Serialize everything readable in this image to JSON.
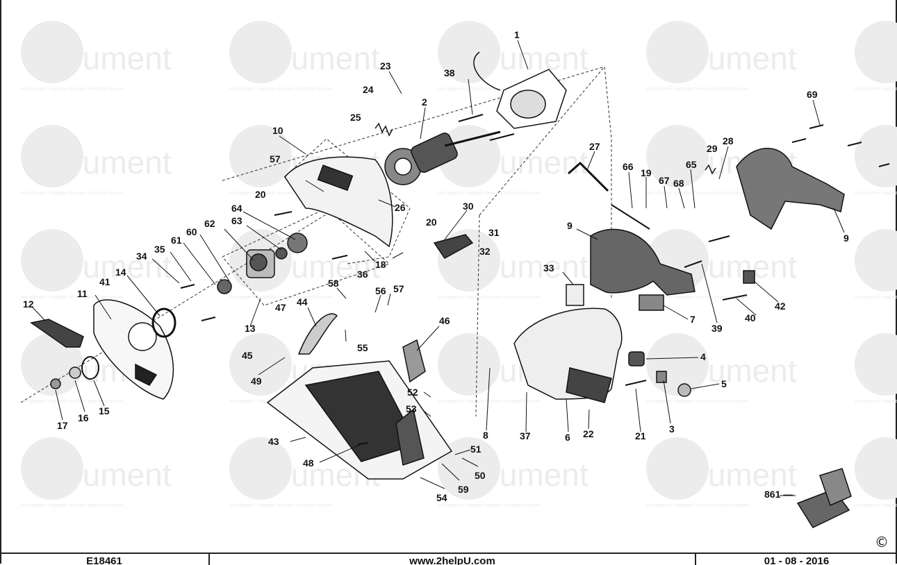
{
  "watermark": {
    "brand": "Strument",
    "tagline": "инструмент садовая техника электростанции"
  },
  "parts": [
    {
      "id": "1",
      "label": "1"
    },
    {
      "id": "2",
      "label": "2"
    },
    {
      "id": "3",
      "label": "3"
    },
    {
      "id": "4",
      "label": "4"
    },
    {
      "id": "5",
      "label": "5"
    },
    {
      "id": "6",
      "label": "6"
    },
    {
      "id": "7",
      "label": "7"
    },
    {
      "id": "8",
      "label": "8"
    },
    {
      "id": "9a",
      "label": "9"
    },
    {
      "id": "9b",
      "label": "9"
    },
    {
      "id": "10",
      "label": "10"
    },
    {
      "id": "11",
      "label": "11"
    },
    {
      "id": "12",
      "label": "12"
    },
    {
      "id": "13",
      "label": "13"
    },
    {
      "id": "14",
      "label": "14"
    },
    {
      "id": "15",
      "label": "15"
    },
    {
      "id": "16",
      "label": "16"
    },
    {
      "id": "17",
      "label": "17"
    },
    {
      "id": "18",
      "label": "18"
    },
    {
      "id": "19",
      "label": "19"
    },
    {
      "id": "20a",
      "label": "20"
    },
    {
      "id": "20b",
      "label": "20"
    },
    {
      "id": "21",
      "label": "21"
    },
    {
      "id": "22",
      "label": "22"
    },
    {
      "id": "23",
      "label": "23"
    },
    {
      "id": "24",
      "label": "24"
    },
    {
      "id": "25",
      "label": "25"
    },
    {
      "id": "26",
      "label": "26"
    },
    {
      "id": "27",
      "label": "27"
    },
    {
      "id": "28",
      "label": "28"
    },
    {
      "id": "29",
      "label": "29"
    },
    {
      "id": "30",
      "label": "30"
    },
    {
      "id": "31",
      "label": "31"
    },
    {
      "id": "32",
      "label": "32"
    },
    {
      "id": "33",
      "label": "33"
    },
    {
      "id": "34",
      "label": "34"
    },
    {
      "id": "35",
      "label": "35"
    },
    {
      "id": "36",
      "label": "36"
    },
    {
      "id": "37",
      "label": "37"
    },
    {
      "id": "38",
      "label": "38"
    },
    {
      "id": "39",
      "label": "39"
    },
    {
      "id": "40",
      "label": "40"
    },
    {
      "id": "41",
      "label": "41"
    },
    {
      "id": "42",
      "label": "42"
    },
    {
      "id": "43",
      "label": "43"
    },
    {
      "id": "44",
      "label": "44"
    },
    {
      "id": "45",
      "label": "45"
    },
    {
      "id": "46",
      "label": "46"
    },
    {
      "id": "47",
      "label": "47"
    },
    {
      "id": "48",
      "label": "48"
    },
    {
      "id": "49",
      "label": "49"
    },
    {
      "id": "50",
      "label": "50"
    },
    {
      "id": "51",
      "label": "51"
    },
    {
      "id": "52",
      "label": "52"
    },
    {
      "id": "53",
      "label": "53"
    },
    {
      "id": "54",
      "label": "54"
    },
    {
      "id": "55",
      "label": "55"
    },
    {
      "id": "56",
      "label": "56"
    },
    {
      "id": "57a",
      "label": "57"
    },
    {
      "id": "57b",
      "label": "57"
    },
    {
      "id": "58",
      "label": "58"
    },
    {
      "id": "59",
      "label": "59"
    },
    {
      "id": "60",
      "label": "60"
    },
    {
      "id": "61",
      "label": "61"
    },
    {
      "id": "62",
      "label": "62"
    },
    {
      "id": "63",
      "label": "63"
    },
    {
      "id": "64",
      "label": "64"
    },
    {
      "id": "65",
      "label": "65"
    },
    {
      "id": "66",
      "label": "66"
    },
    {
      "id": "67",
      "label": "67"
    },
    {
      "id": "68",
      "label": "68"
    },
    {
      "id": "69",
      "label": "69"
    }
  ],
  "kit": {
    "label": "861 —"
  },
  "copyright": "©",
  "footer": {
    "model": "E18461",
    "site": "www.2helpU.com",
    "date": "01 - 08 - 2016"
  }
}
